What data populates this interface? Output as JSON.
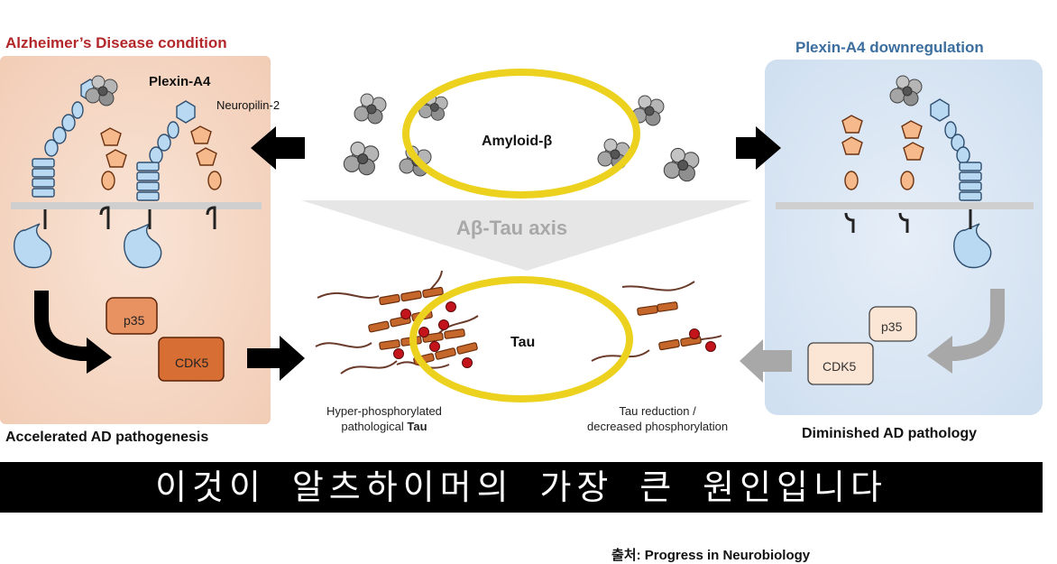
{
  "left_panel": {
    "title": "Alzheimer’s Disease condition",
    "receptor_label": "Plexin-A4",
    "coreceptor_label": "Neuropilin-2",
    "kinase_top": "p35",
    "kinase_bottom": "CDK5",
    "outcome": "Accelerated AD pathogenesis",
    "bg_color": "#f7dccb"
  },
  "center": {
    "amyloid_label": "Amyloid-β",
    "axis_label": "Aβ-Tau axis",
    "tau_label": "Tau",
    "hyper_line1": "Hyper-phosphorylated",
    "hyper_line2_prefix": "pathological ",
    "hyper_line2_bold": "Tau",
    "reduction_line1": "Tau reduction /",
    "reduction_line2": "decreased phosphorylation",
    "highlight_color": "#ecd21f"
  },
  "right_panel": {
    "title": "Plexin-A4 downregulation",
    "kinase_top": "p35",
    "kinase_bottom": "CDK5",
    "outcome": "Diminished AD pathology",
    "bg_color": "#dce8f5"
  },
  "subtitle": "이것이 알츠하이머의 가장 큰 원인입니다",
  "source": {
    "prefix": "출처: ",
    "name": "Progress in Neurobiology"
  }
}
